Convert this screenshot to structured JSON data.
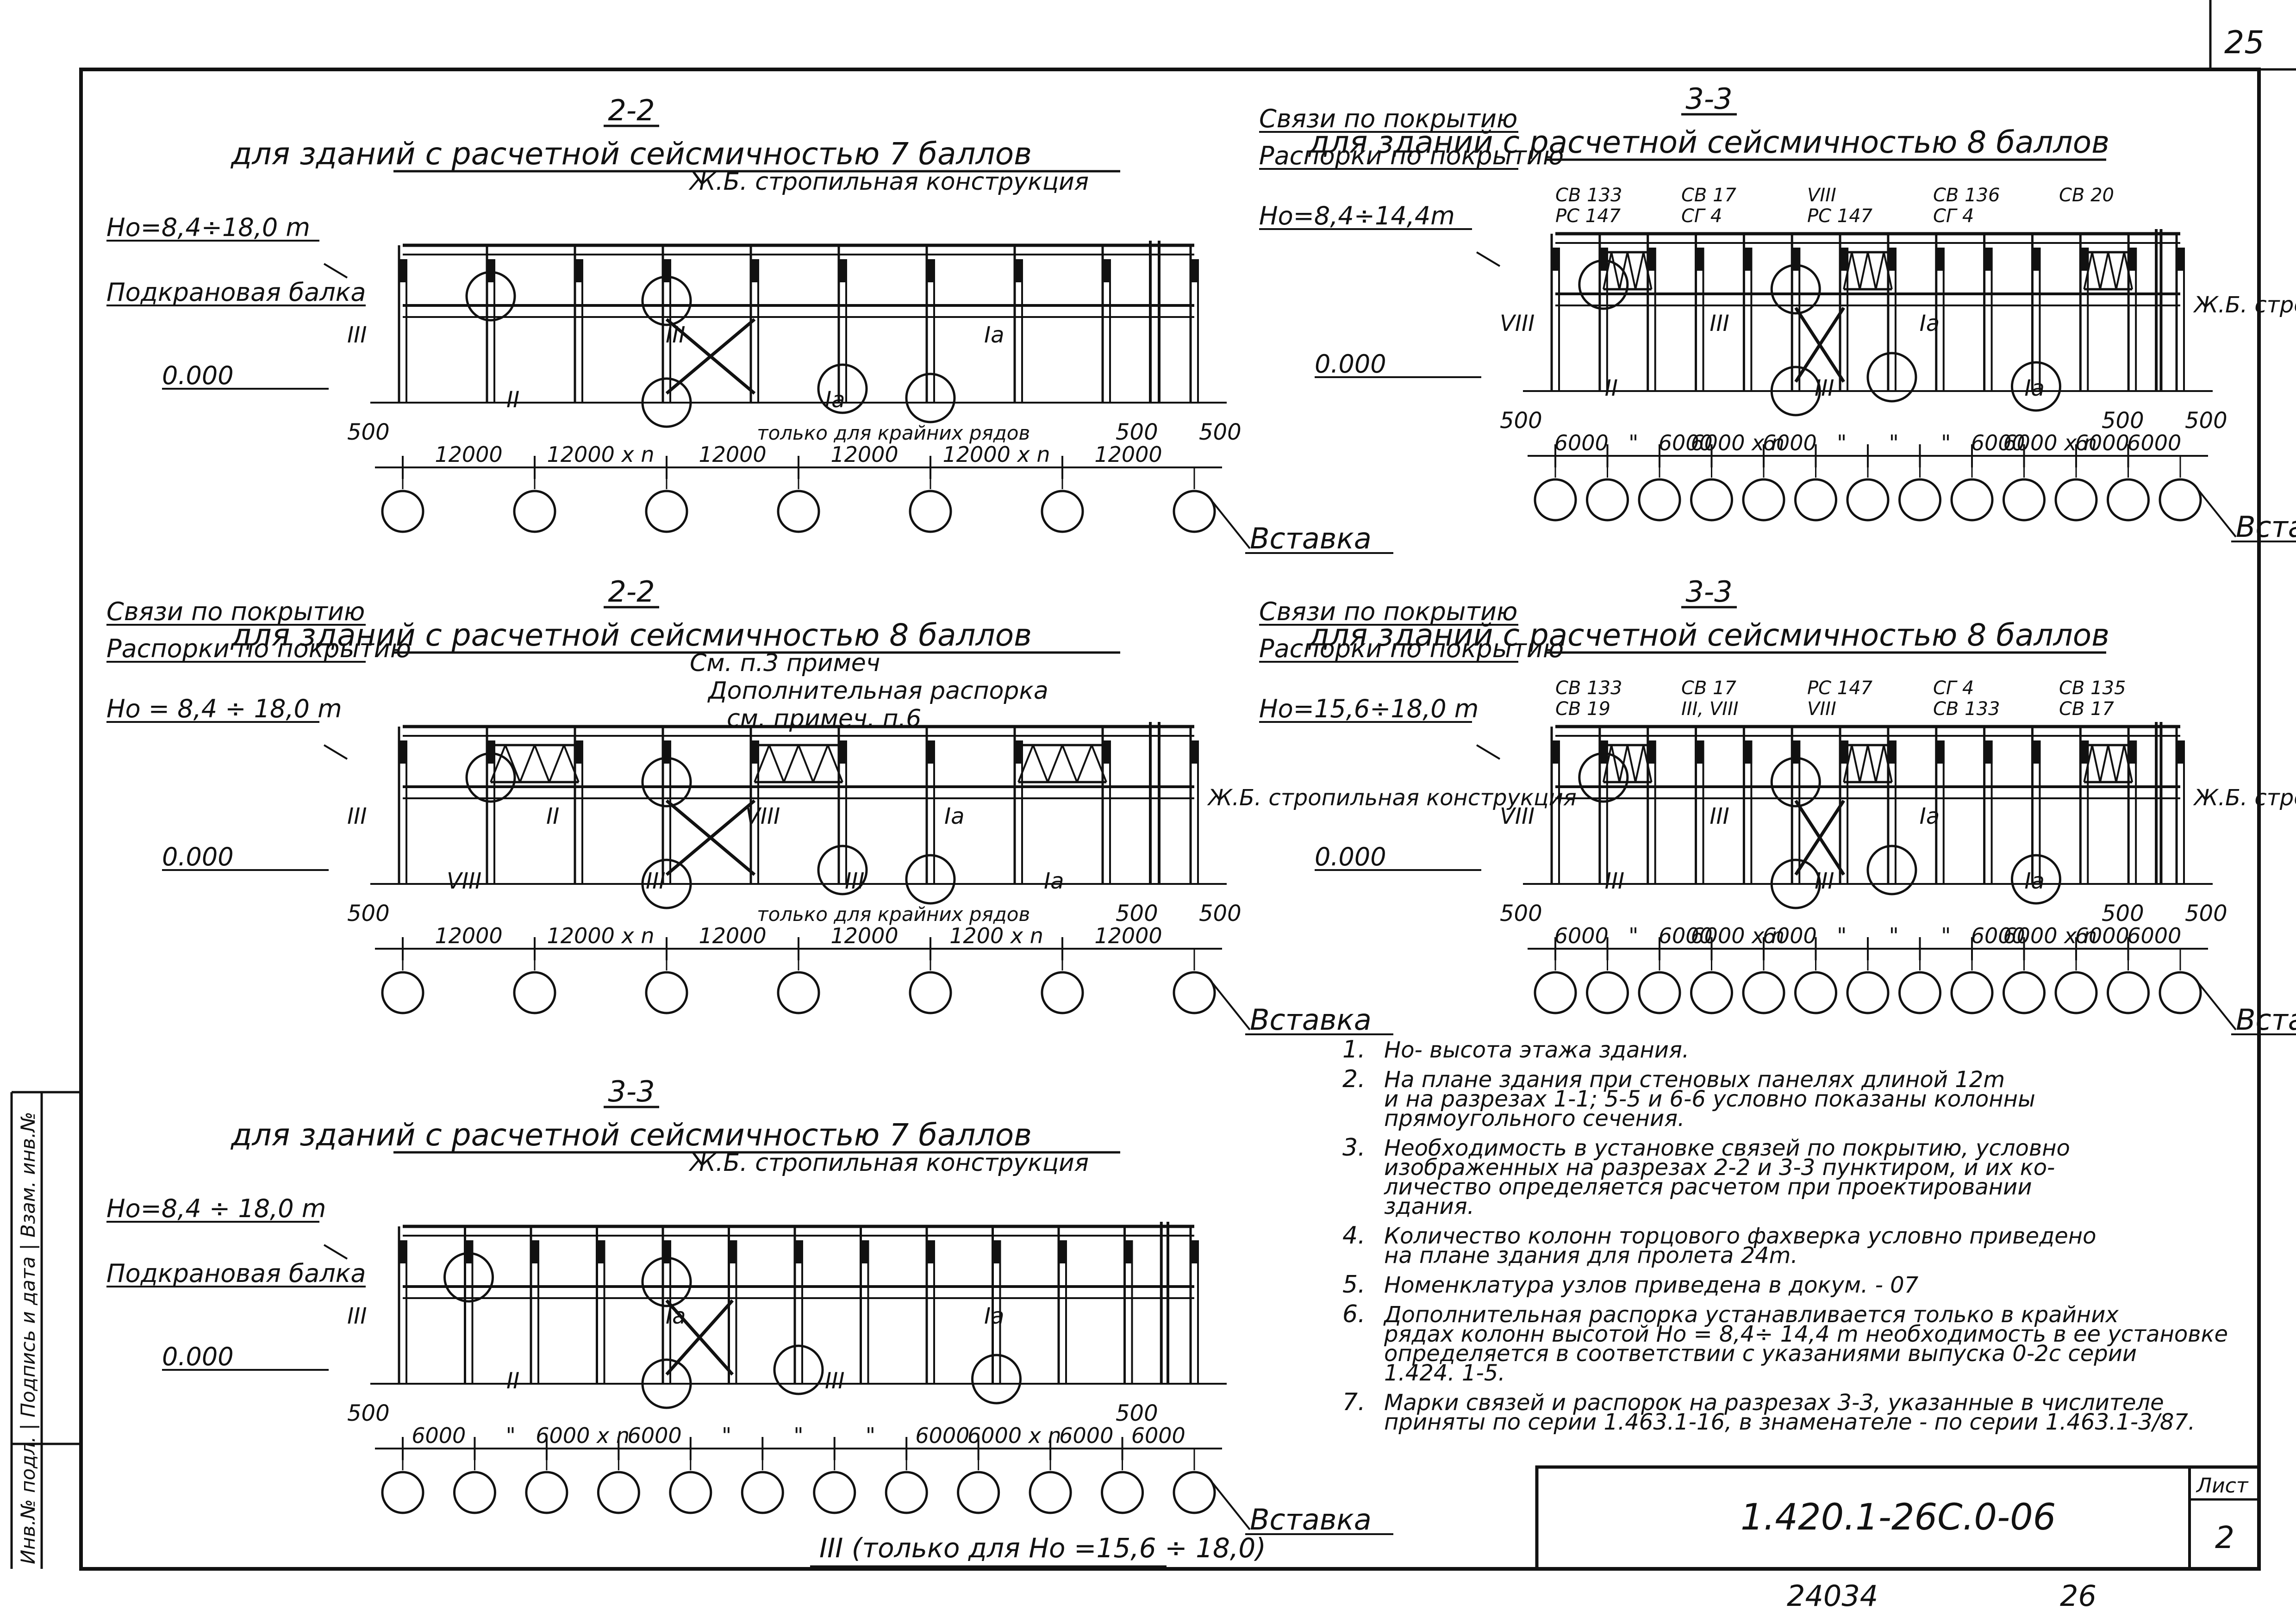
{
  "page_number": "25",
  "sheet_code": "1.420.1-26С.0-06",
  "sheet_label": "Лист",
  "sheet_number": "2",
  "archive_number": "24034",
  "archive_page": "26",
  "side_stamp": "Инв.№ подл. | Подпись и дата | Взам. инв.№",
  "panels": [
    {
      "id": "p1",
      "section": "2-2",
      "subtitle": "для зданий с расчетной сейсмичностью 7 баллов",
      "height_label": "Hо=8,4÷18,0 m",
      "zero_label": "0.000",
      "left_labels": [
        "Подкрановая балка"
      ],
      "top_labels": [
        "Ж.Б. стропильная конструкция"
      ],
      "roman": [
        "III",
        "II",
        "III",
        "Iа",
        "Iа"
      ],
      "note_small": "только для крайних рядов",
      "end_offsets": [
        "500",
        "500",
        "500"
      ],
      "spans": [
        "12000",
        "12000 x n",
        "12000",
        "12000",
        "12000 x n",
        "12000"
      ],
      "insert_label": "Вставка"
    },
    {
      "id": "p2",
      "section": "3-3",
      "subtitle": "для зданий с расчетной сейсмичностью 8 баллов",
      "height_label": "Hо=8,4÷14,4m",
      "zero_label": "0.000",
      "left_labels": [
        "Связи по покрытию",
        "Распорки по покрытию"
      ],
      "marks": [
        "СВ 133",
        "СВ 17",
        "VIII",
        "СВ 136",
        "СВ 20",
        "РС 147",
        "СГ 4",
        "РС 147",
        "СГ 4"
      ],
      "roman": [
        "VIII",
        "II",
        "III",
        "III",
        "Iа",
        "Iа"
      ],
      "right_label": "Ж.Б. стропильная конструкция",
      "end_offsets": [
        "500",
        "500",
        "500"
      ],
      "spans": [
        "6000",
        "\"",
        "6000",
        "6000 x n",
        "6000",
        "\"",
        "\"",
        "\"",
        "6000",
        "6000 x n",
        "6000",
        "6000"
      ],
      "insert_label": "Вставка"
    },
    {
      "id": "p3",
      "section": "2-2",
      "subtitle": "для зданий с расчетной сейсмичностью 8 баллов",
      "height_label": "Hо = 8,4 ÷ 18,0 m",
      "zero_label": "0.000",
      "left_labels": [
        "Связи по покрытию",
        "Распорки по покрытию"
      ],
      "top_labels": [
        "См. п.3 примеч",
        "Дополнительная распорка",
        "см. примеч. п.6"
      ],
      "roman": [
        "III",
        "VIII",
        "II",
        "III",
        "VIII",
        "III",
        "Iа",
        "Iа"
      ],
      "right_label": "Ж.Б. стропильная конструкция",
      "note_small": "только для крайних рядов",
      "end_offsets": [
        "500",
        "500",
        "500"
      ],
      "spans": [
        "12000",
        "12000 x n",
        "12000",
        "12000",
        "1200 x n",
        "12000"
      ],
      "insert_label": "Вставка"
    },
    {
      "id": "p4",
      "section": "3-3",
      "subtitle": "для зданий с расчетной сейсмичностью 8 баллов",
      "height_label": "Hо=15,6÷18,0 m",
      "zero_label": "0.000",
      "left_labels": [
        "Связи по покрытию",
        "Распорки по покрытию"
      ],
      "marks": [
        "СВ 133",
        "СВ 17",
        "РС 147",
        "СГ 4",
        "СВ 135",
        "СВ 19",
        "III, VIII",
        "VIII",
        "СВ 133",
        "СВ 17"
      ],
      "roman": [
        "VIII",
        "III",
        "III",
        "III",
        "Iа",
        "Iа"
      ],
      "right_label": "Ж.Б. стропильная конструкция",
      "end_offsets": [
        "500",
        "500",
        "500"
      ],
      "spans": [
        "6000",
        "\"",
        "6000",
        "6000 x n",
        "6000",
        "\"",
        "\"",
        "\"",
        "6000",
        "6000 x n",
        "6000",
        "6000"
      ],
      "insert_label": "Вставка"
    },
    {
      "id": "p5",
      "section": "3-3",
      "subtitle": "для зданий с расчетной сейсмичностью 7 баллов",
      "height_label": "Hо=8,4 ÷ 18,0 m",
      "zero_label": "0.000",
      "left_labels": [
        "Подкрановая балка"
      ],
      "top_labels": [
        "Ж.Б. стропильная конструкция"
      ],
      "roman": [
        "III",
        "II",
        "Iа",
        "III",
        "Iа"
      ],
      "end_offsets": [
        "500",
        "500"
      ],
      "spans": [
        "6000",
        "\"",
        "6000 x n",
        "6000",
        "\"",
        "\"",
        "\"",
        "6000",
        "6000 x n",
        "6000",
        "6000"
      ],
      "insert_label": "Вставка",
      "footnote": "III (только для Hо =15,6 ÷ 18,0)"
    }
  ],
  "notes": [
    {
      "n": "1.",
      "lines": [
        "Hо- высота этажа здания."
      ]
    },
    {
      "n": "2.",
      "lines": [
        "На плане здания при стеновых панелях длиной 12m",
        "и на разрезах 1-1; 5-5 и 6-6 условно показаны колонны",
        "прямоугольного сечения."
      ]
    },
    {
      "n": "3.",
      "lines": [
        "Необходимость в установке связей по покрытию, условно",
        "изображенных на разрезах 2-2 и 3-3 пунктиром, и их ко-",
        "личество определяется расчетом при проектировании",
        "здания."
      ]
    },
    {
      "n": "4.",
      "lines": [
        "Количество колонн торцового фахверка условно приведено",
        "на плане здания для пролета 24m."
      ]
    },
    {
      "n": "5.",
      "lines": [
        "Номенклатура узлов приведена в докум. - 07"
      ]
    },
    {
      "n": "6.",
      "lines": [
        "Дополнительная распорка устанавливается только в крайних",
        "рядах колонн высотой Hо = 8,4÷ 14,4 m необходимость в ее установке",
        "определяется в соответствии с указаниями выпуска 0-2с серии",
        "1.424. 1-5."
      ]
    },
    {
      "n": "7.",
      "lines": [
        "Марки связей и распорок на разрезах 3-3, указанные в числителе",
        "приняты по серии 1.463.1-16, в знаменателе - по серии 1.463.1-3/87."
      ]
    }
  ]
}
